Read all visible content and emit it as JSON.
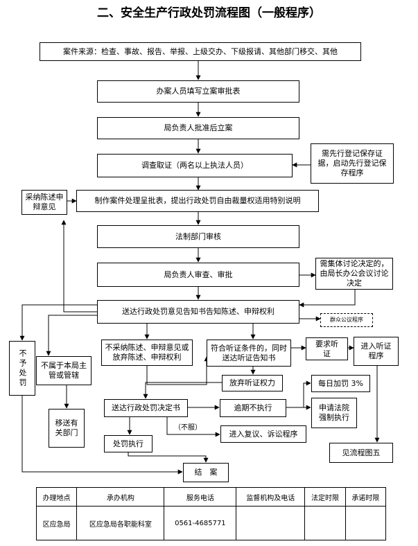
{
  "title": "二、安全生产行政处罚流程图（一般程序）",
  "nodes": {
    "source": "案件来源：检查、事故、报告、举报、上级交办、下级报请、其他部门移交、其他",
    "fill_form": "办案人员填写立案审批表",
    "approve_case": "局负责人批准后立案",
    "investigate": "调查取证（两名以上执法人员）",
    "preserve": "需先行登记保存证据，启动先行登记保存程序",
    "adopt_statement": "采纳陈述申辩意见",
    "make_form": "制作案件处理呈批表，提出行政处罚自由裁量权适用特别说明",
    "legal_review": "法制部门审核",
    "leader_review": "局负责人审查、审批",
    "collective": "需集体讨论决定的，由局长办公会议讨论决定",
    "notify": "送达行政处罚意见告知书告知陈述、申辩权利",
    "public_hearing": "群众公议程序",
    "no_penalty": "不予处罚",
    "not_jurisdiction": "不属于本局主管或管辖",
    "transfer": "移送有关部门",
    "not_adopt": "不采纳陈述、申辩意见或放弃陈述、申辩权利",
    "hearing_cond": "符合听证条件的，同时送达听证告知书",
    "request_hearing": "要求听证",
    "enter_hearing": "进入听证程序",
    "waive_hearing": "放弃听证权力",
    "decision": "送达行政处罚决定书",
    "overdue": "逾期不执行",
    "daily_fine": "每日加罚 3%",
    "court": "申请法院强制执行",
    "see_chart": "见流程图五",
    "not_accept": "（不服）",
    "review": "进入复议、诉讼程序",
    "execute": "处罚执行",
    "close": "结　案"
  },
  "table": {
    "headers": [
      "办理地点",
      "承办机构",
      "服务电话",
      "监督机构及电话",
      "法定时限",
      "承诺时限"
    ],
    "row": [
      "区应急局",
      "区应急局各职能科室",
      "0561-4685771",
      "",
      "",
      ""
    ]
  }
}
